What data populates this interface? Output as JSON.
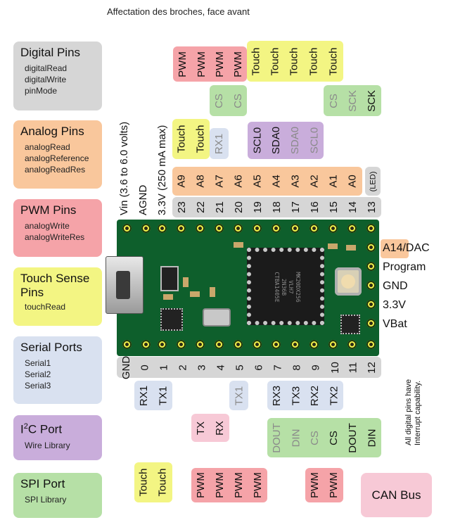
{
  "title": "Affectation des broches, face avant",
  "colors": {
    "digital": "#d6d6d6",
    "analog": "#f9c79c",
    "pwm": "#f5a3a8",
    "touch": "#f3f583",
    "serial": "#d9e1f0",
    "i2c": "#c9addb",
    "spi": "#b6e0a6",
    "can": "#f7c9d6",
    "board": "#0e5f2c"
  },
  "legend": [
    {
      "heading": "Digital Pins",
      "items": [
        "digitalRead",
        "digitalWrite",
        "pinMode"
      ]
    },
    {
      "heading": "Analog Pins",
      "items": [
        "analogRead",
        "analogReference",
        "analogReadRes"
      ]
    },
    {
      "heading": "PWM Pins",
      "items": [
        "analogWrite",
        "analogWriteRes"
      ]
    },
    {
      "heading": "Touch Sense Pins",
      "items": [
        "touchRead"
      ]
    },
    {
      "heading": "Serial Ports",
      "items": [
        "Serial1",
        "Serial2",
        "Serial3"
      ]
    },
    {
      "heading": "I2C Port",
      "items": [
        "Wire Library"
      ]
    },
    {
      "heading": "SPI Port",
      "items": [
        "SPI Library"
      ]
    }
  ],
  "power_labels": {
    "vin": "Vin  (3.6 to 6.0 volts)",
    "agnd": "AGND",
    "v33": "3.3V (250 mA max)"
  },
  "top": {
    "pwm": [
      "PWM",
      "PWM",
      "PWM",
      "PWM"
    ],
    "touch_right": [
      "Touch",
      "Touch",
      "Touch",
      "Touch",
      "Touch"
    ],
    "cs_left": [
      "CS",
      "CS"
    ],
    "spi_right": [
      "CS",
      "SCK",
      "SCK"
    ],
    "touch_left": [
      "Touch",
      "Touch"
    ],
    "rx1": "RX1",
    "i2c": [
      "SCL0",
      "SDA0",
      "SDA0",
      "SCL0"
    ],
    "analog": [
      "A9",
      "A8",
      "A7",
      "A6",
      "A5",
      "A4",
      "A3",
      "A2",
      "A1",
      "A0"
    ],
    "led": "(LED)",
    "pins": [
      "23",
      "22",
      "21",
      "20",
      "19",
      "18",
      "17",
      "16",
      "15",
      "14",
      "13"
    ]
  },
  "right_side": {
    "dac_prefix": "A14",
    "dac_suffix": "/DAC",
    "program": "Program",
    "gnd": "GND",
    "v33": "3.3V",
    "vbat": "VBat"
  },
  "bottom": {
    "pins": [
      "GND",
      "0",
      "1",
      "2",
      "3",
      "4",
      "5",
      "6",
      "7",
      "8",
      "9",
      "10",
      "11",
      "12"
    ],
    "serial_left": [
      "RX1",
      "TX1"
    ],
    "tx1": "TX1",
    "serial_right": [
      "RX3",
      "TX3",
      "RX2",
      "TX2"
    ],
    "can_tx_rx": [
      "TX",
      "RX"
    ],
    "spi": [
      "DOUT",
      "DIN",
      "CS",
      "CS",
      "DOUT",
      "DIN"
    ],
    "touch": [
      "Touch",
      "Touch"
    ],
    "pwm_mid": [
      "PWM",
      "PWM",
      "PWM",
      "PWM"
    ],
    "pwm_right": [
      "PWM",
      "PWM"
    ]
  },
  "interrupt_note": [
    "All digital pins have",
    "Interrupt capability."
  ],
  "chip_text": [
    "MK20DX256",
    "VLH7",
    "2N36B",
    "CTBA1405E"
  ],
  "can_bus": "CAN Bus"
}
